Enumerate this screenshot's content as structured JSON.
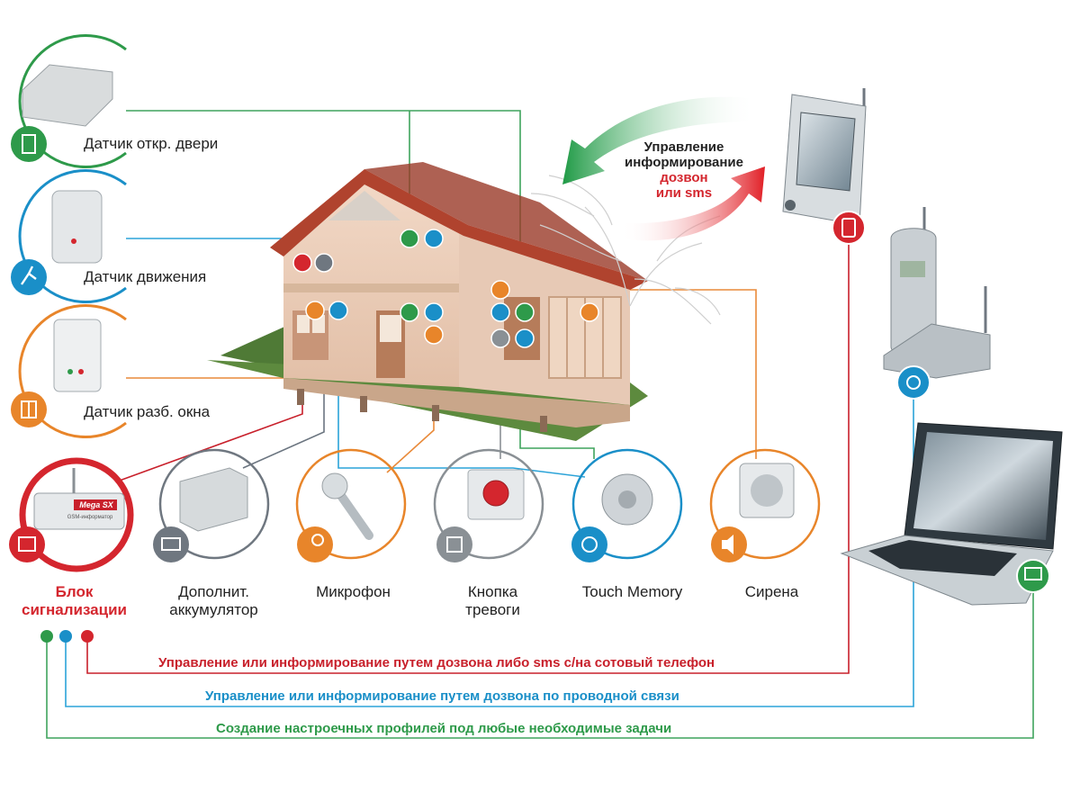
{
  "sensors": {
    "door": "Датчик откр. двери",
    "motion": "Датчик движения",
    "window": "Датчик разб. окна"
  },
  "devices": {
    "alarm_unit_line1": "Блок",
    "alarm_unit_line2": "сигнализации",
    "battery_line1": "Дополнит.",
    "battery_line2": "аккумулятор",
    "microphone": "Микрофон",
    "panic_line1": "Кнопка",
    "panic_line2": "тревоги",
    "touch_memory": "Touch Memory",
    "siren": "Сирена",
    "unit_badge": "Mega SX",
    "unit_sub": "GSM-информатор"
  },
  "control": {
    "line1": "Управление",
    "line2": "информирование",
    "line3": "дозвон",
    "line4": "или sms"
  },
  "legend": {
    "red": "Управление или информирование путем дозвона либо sms с/на сотовый телефон",
    "blue": "Управление или информирование путем дозвона по проводной связи",
    "green": "Создание настроечных профилей под любые необходимые задачи"
  },
  "colors": {
    "red": "#d4262e",
    "blue": "#1a8fc8",
    "green": "#2e9a4a",
    "orange": "#e8852a",
    "grey": "#6f7780",
    "wire_red": "#c8202b",
    "wire_blue": "#2ba3d8",
    "wire_green": "#3fa35d",
    "wire_orange": "#e98a3a",
    "wire_grey": "#6b7580"
  }
}
